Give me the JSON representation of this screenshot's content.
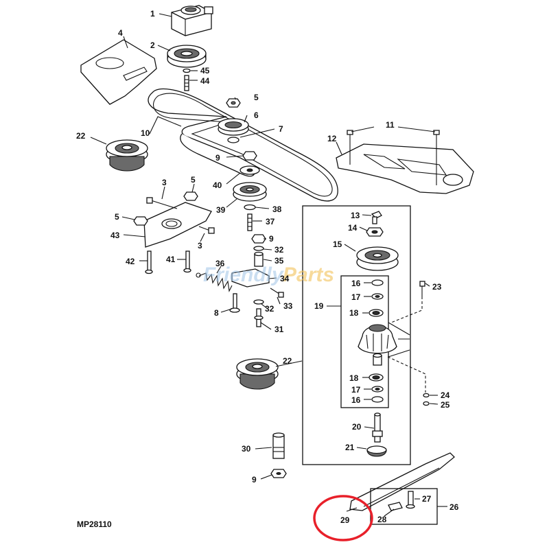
{
  "diagram": {
    "figure_code": "MP28110",
    "watermark": {
      "part_a": "Friendly",
      "part_b": "Parts"
    },
    "highlight_color": "#e8202a",
    "callouts": [
      {
        "id": "c1",
        "label": "1"
      },
      {
        "id": "c2",
        "label": "2"
      },
      {
        "id": "c3a",
        "label": "3"
      },
      {
        "id": "c3b",
        "label": "3"
      },
      {
        "id": "c4",
        "label": "4"
      },
      {
        "id": "c5a",
        "label": "5"
      },
      {
        "id": "c5b",
        "label": "5"
      },
      {
        "id": "c5c",
        "label": "5"
      },
      {
        "id": "c6",
        "label": "6"
      },
      {
        "id": "c7",
        "label": "7"
      },
      {
        "id": "c8",
        "label": "8"
      },
      {
        "id": "c9a",
        "label": "9"
      },
      {
        "id": "c9b",
        "label": "9"
      },
      {
        "id": "c9c",
        "label": "9"
      },
      {
        "id": "c10",
        "label": "10"
      },
      {
        "id": "c11",
        "label": "11"
      },
      {
        "id": "c12",
        "label": "12"
      },
      {
        "id": "c13",
        "label": "13"
      },
      {
        "id": "c14",
        "label": "14"
      },
      {
        "id": "c15",
        "label": "15"
      },
      {
        "id": "c16a",
        "label": "16"
      },
      {
        "id": "c16b",
        "label": "16"
      },
      {
        "id": "c17a",
        "label": "17"
      },
      {
        "id": "c17b",
        "label": "17"
      },
      {
        "id": "c18a",
        "label": "18"
      },
      {
        "id": "c18b",
        "label": "18"
      },
      {
        "id": "c19",
        "label": "19"
      },
      {
        "id": "c20",
        "label": "20"
      },
      {
        "id": "c21",
        "label": "21"
      },
      {
        "id": "c22a",
        "label": "22"
      },
      {
        "id": "c22b",
        "label": "22"
      },
      {
        "id": "c23",
        "label": "23"
      },
      {
        "id": "c24",
        "label": "24"
      },
      {
        "id": "c25",
        "label": "25"
      },
      {
        "id": "c26",
        "label": "26"
      },
      {
        "id": "c27",
        "label": "27"
      },
      {
        "id": "c28",
        "label": "28"
      },
      {
        "id": "c29",
        "label": "29"
      },
      {
        "id": "c30",
        "label": "30"
      },
      {
        "id": "c31",
        "label": "31"
      },
      {
        "id": "c32a",
        "label": "32"
      },
      {
        "id": "c32b",
        "label": "32"
      },
      {
        "id": "c33",
        "label": "33"
      },
      {
        "id": "c34",
        "label": "34"
      },
      {
        "id": "c35",
        "label": "35"
      },
      {
        "id": "c36",
        "label": "36"
      },
      {
        "id": "c37",
        "label": "37"
      },
      {
        "id": "c38",
        "label": "38"
      },
      {
        "id": "c39",
        "label": "39"
      },
      {
        "id": "c40",
        "label": "40"
      },
      {
        "id": "c41",
        "label": "41"
      },
      {
        "id": "c42",
        "label": "42"
      },
      {
        "id": "c43",
        "label": "43"
      },
      {
        "id": "c44",
        "label": "44"
      },
      {
        "id": "c45",
        "label": "45"
      }
    ]
  }
}
